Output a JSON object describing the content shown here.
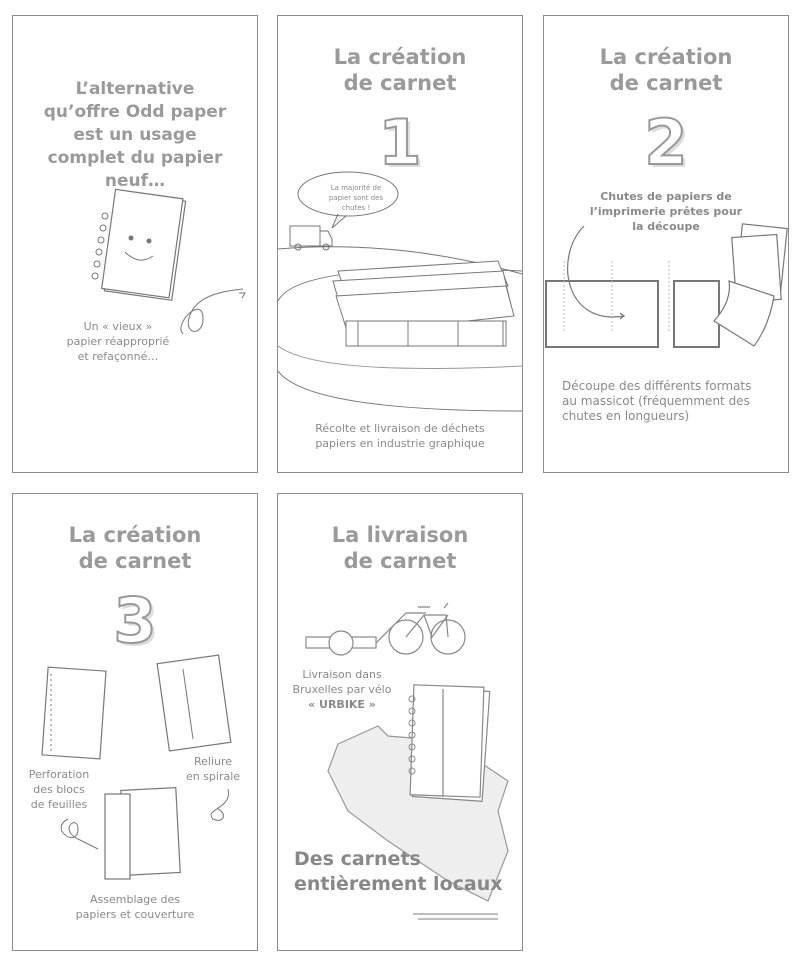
{
  "panels": [
    {
      "intro": "L’alternative qu’offre Odd paper est un usage complet du papier neuf…",
      "caption_1": "Un « vieux »",
      "caption_2": "papier réapproprié",
      "caption_3": "et refaçonné…"
    },
    {
      "title_1": "La création",
      "title_2": "de carnet",
      "number": "1",
      "bubble_1": "La majorité de",
      "bubble_2": "papier sont des",
      "bubble_3": "chutes !",
      "caption_1": "Récolte et livraison de déchets",
      "caption_2": "papiers en industrie graphique"
    },
    {
      "title_1": "La création",
      "title_2": "de carnet",
      "number": "2",
      "note_1": "Chutes de papiers de",
      "note_2": "l’imprimerie prêtes pour",
      "note_3": "la découpe",
      "caption_1": "Découpe des différents formats",
      "caption_2": "au massicot (fréquemment des",
      "caption_3": "chutes en longueurs)"
    },
    {
      "title_1": "La création",
      "title_2": "de carnet",
      "number": "3",
      "perforation_1": "Perforation",
      "perforation_2": "des blocs",
      "perforation_3": "de feuilles",
      "reliure_1": "Reliure",
      "reliure_2": "en spirale",
      "assemblage_1": "Assemblage des",
      "assemblage_2": "papiers et couverture"
    },
    {
      "title_1": "La livraison",
      "title_2": "de carnet",
      "delivery_1": "Livraison dans",
      "delivery_2": "Bruxelles par vélo",
      "delivery_3": "« URBIKE »",
      "tagline_1": "Des carnets",
      "tagline_2": "entièrement locaux"
    }
  ]
}
